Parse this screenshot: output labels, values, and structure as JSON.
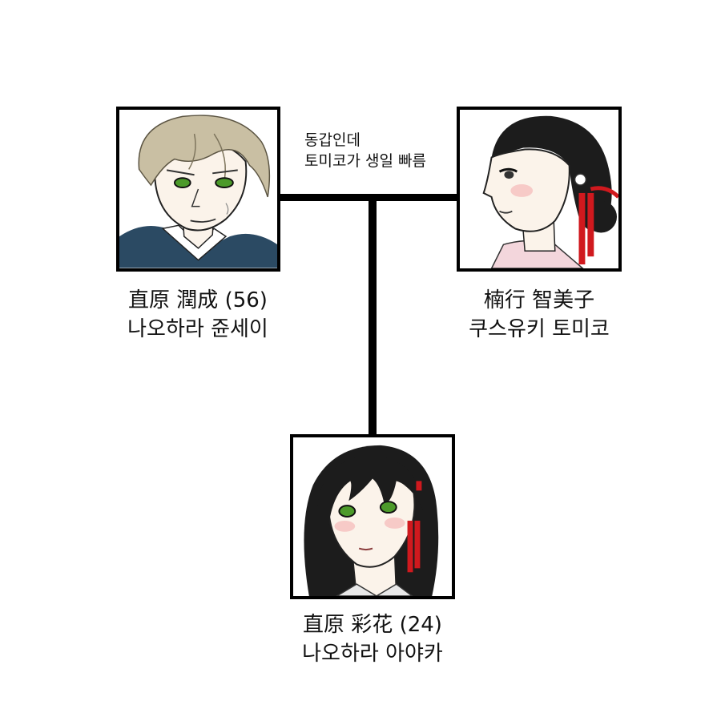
{
  "relationship_note": {
    "line1": "동갑인데",
    "line2": "토미코가 생일 빠름"
  },
  "people": {
    "father": {
      "name_kanji": "直原 潤成 (56)",
      "name_korean": "나오하라 쥰세이",
      "hair_color": "#c9bfa3",
      "eye_color": "#4c9a2a",
      "clothing_color": "#2b4a63"
    },
    "mother": {
      "name_kanji": "楠行 智美子",
      "name_korean": "쿠스유키 토미코",
      "hair_color": "#1c1c1c",
      "accent_color": "#d0191e",
      "clothing_color": "#f3d6dc"
    },
    "daughter": {
      "name_kanji": "直原 彩花 (24)",
      "name_korean": "나오하라 아야카",
      "hair_color": "#1c1c1c",
      "eye_color": "#4c9a2a",
      "accent_color": "#d0191e"
    }
  },
  "colors": {
    "line": "#000000",
    "background": "#ffffff"
  }
}
